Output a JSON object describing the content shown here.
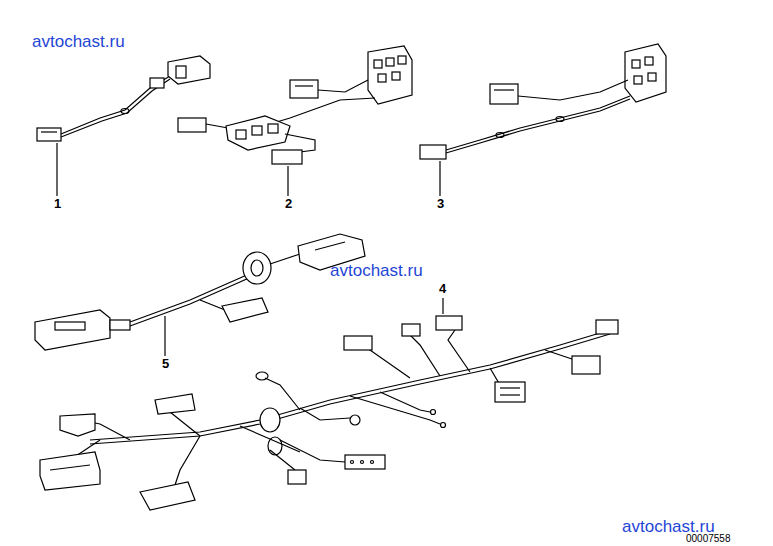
{
  "diagram": {
    "labels": [
      "avtochast.ru",
      "1",
      "2",
      "3",
      "avtochast.ru",
      "4",
      "5",
      "avtochast.ru",
      "00007558"
    ]
  }
}
